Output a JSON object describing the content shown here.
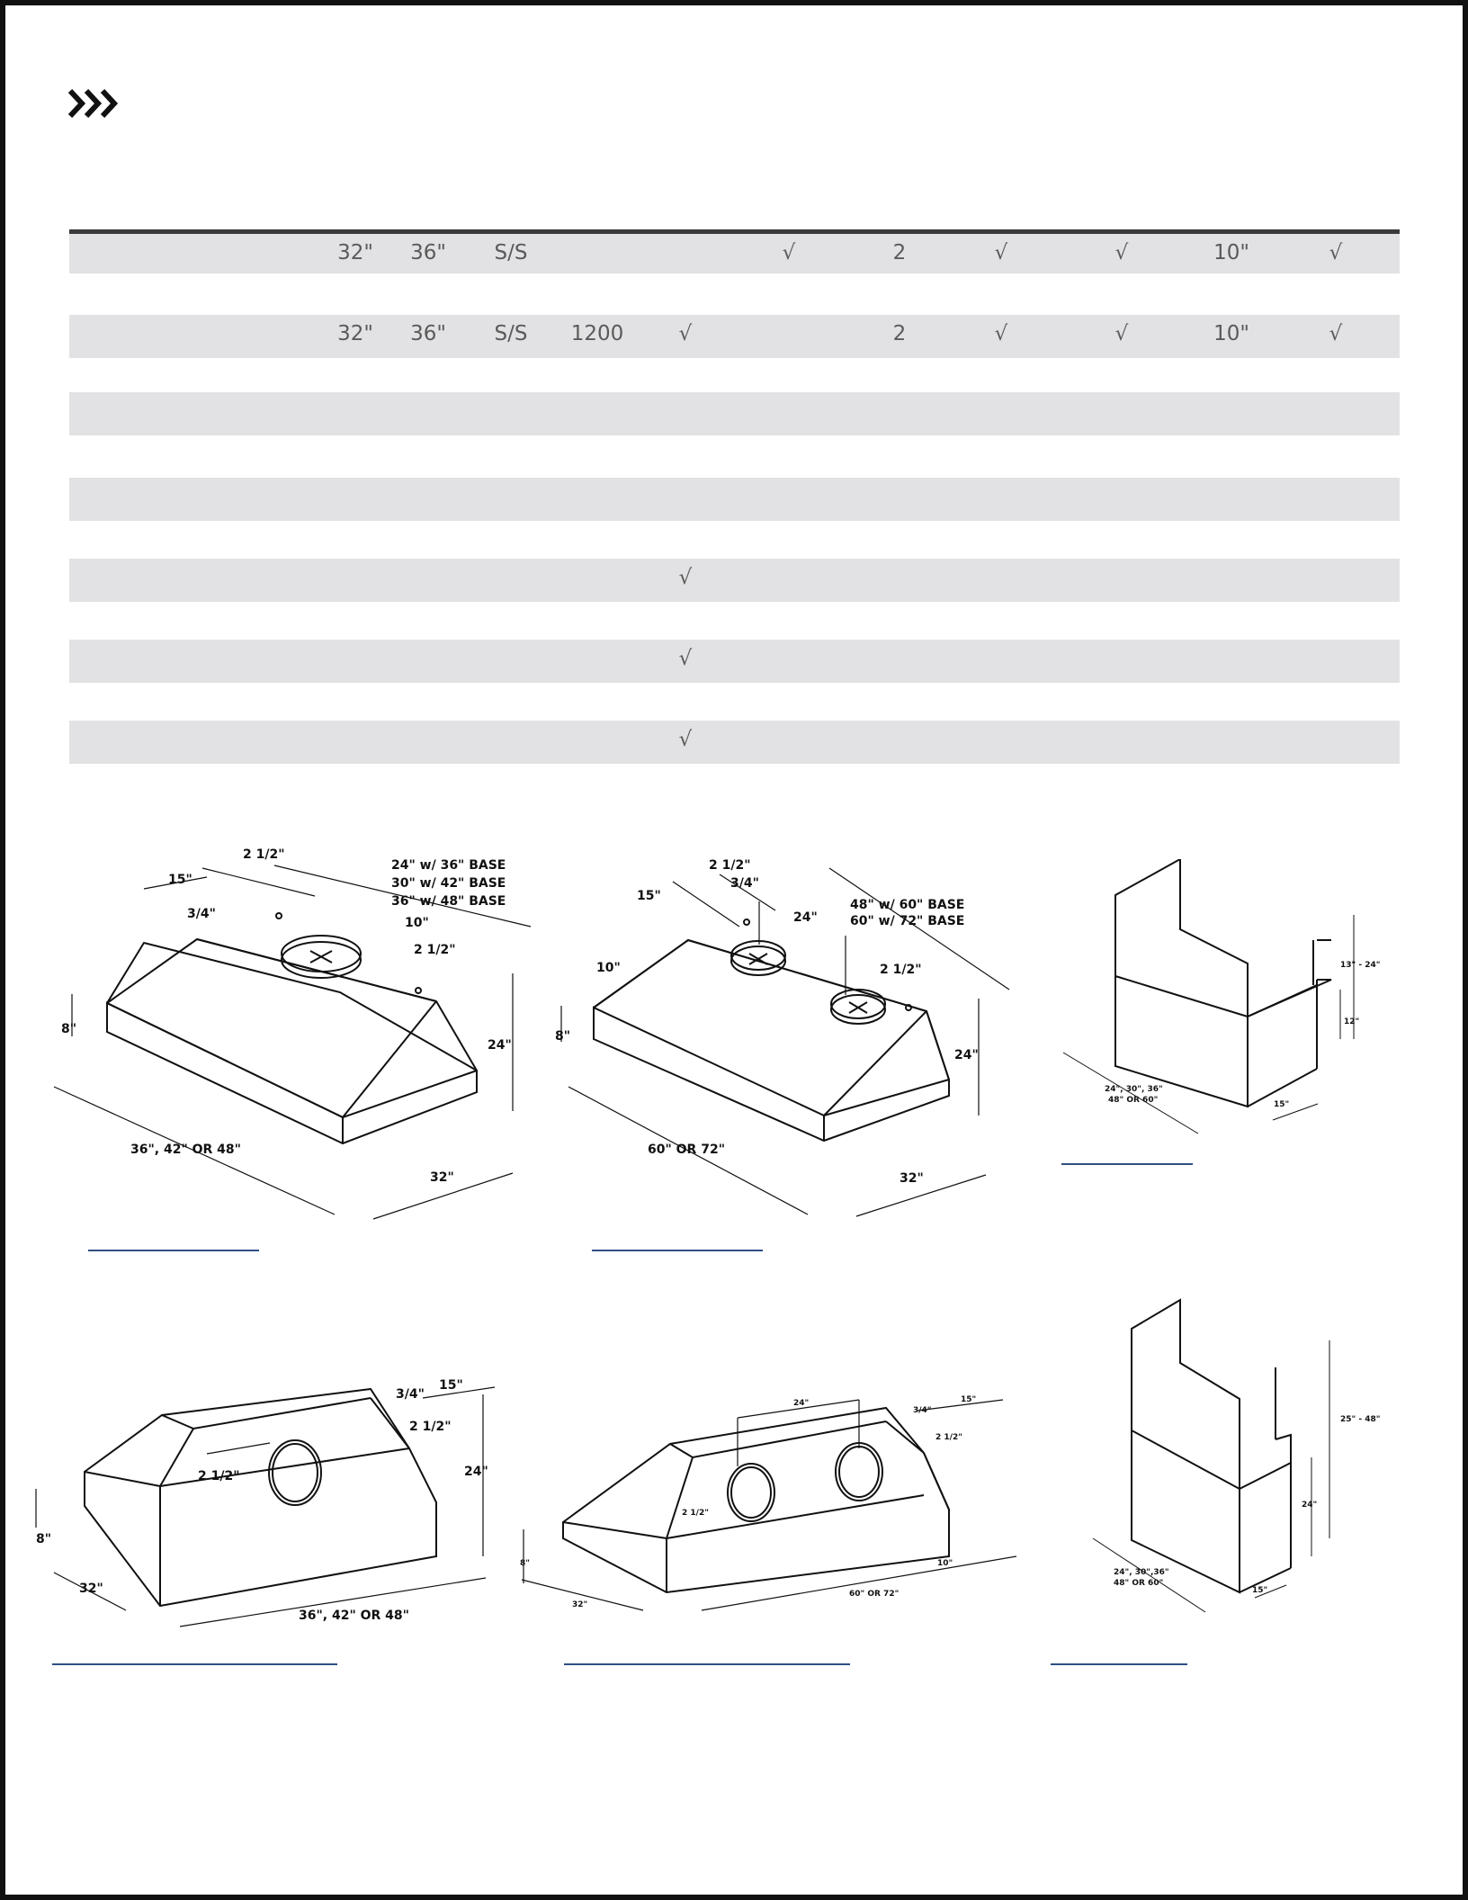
{
  "header": {
    "icon": "triple-chevron-icon"
  },
  "table": {
    "rows": [
      {
        "c1": "32\"",
        "c2": "36\"",
        "c3": "S/S",
        "c4": "",
        "c5": "",
        "c6": "√",
        "c7": "2",
        "c8": "√",
        "c9": "√",
        "c10": "10\"",
        "c11": "√"
      },
      {
        "c1": "",
        "c2": "",
        "c3": "",
        "c4": "",
        "c5": "",
        "c6": "",
        "c7": "",
        "c8": "",
        "c9": "",
        "c10": "",
        "c11": ""
      },
      {
        "c1": "32\"",
        "c2": "36\"",
        "c3": "S/S",
        "c4": "1200",
        "c5": "√",
        "c6": "",
        "c7": "2",
        "c8": "√",
        "c9": "√",
        "c10": "10\"",
        "c11": "√"
      },
      {
        "c1": "",
        "c2": "",
        "c3": "",
        "c4": "",
        "c5": "",
        "c6": "",
        "c7": "",
        "c8": "",
        "c9": "",
        "c10": "",
        "c11": ""
      },
      {
        "c1": "",
        "c2": "",
        "c3": "",
        "c4": "",
        "c5": "",
        "c6": "",
        "c7": "",
        "c8": "",
        "c9": "",
        "c10": "",
        "c11": ""
      },
      {
        "c1": "",
        "c2": "",
        "c3": "",
        "c4": "",
        "c5": "",
        "c6": "",
        "c7": "",
        "c8": "",
        "c9": "",
        "c10": "",
        "c11": ""
      },
      {
        "c1": "",
        "c2": "",
        "c3": "",
        "c4": "",
        "c5": "",
        "c6": "",
        "c7": "",
        "c8": "",
        "c9": "",
        "c10": "",
        "c11": ""
      },
      {
        "c1": "",
        "c2": "",
        "c3": "",
        "c4": "",
        "c5": "",
        "c6": "",
        "c7": "",
        "c8": "",
        "c9": "",
        "c10": "",
        "c11": ""
      },
      {
        "c1": "",
        "c2": "",
        "c3": "",
        "c4": "",
        "c5": "√",
        "c6": "",
        "c7": "",
        "c8": "",
        "c9": "",
        "c10": "",
        "c11": ""
      },
      {
        "c1": "",
        "c2": "",
        "c3": "",
        "c4": "",
        "c5": "",
        "c6": "",
        "c7": "",
        "c8": "",
        "c9": "",
        "c10": "",
        "c11": ""
      },
      {
        "c1": "",
        "c2": "",
        "c3": "",
        "c4": "",
        "c5": "√",
        "c6": "",
        "c7": "",
        "c8": "",
        "c9": "",
        "c10": "",
        "c11": ""
      },
      {
        "c1": "",
        "c2": "",
        "c3": "",
        "c4": "",
        "c5": "",
        "c6": "",
        "c7": "",
        "c8": "",
        "c9": "",
        "c10": "",
        "c11": ""
      },
      {
        "c1": "",
        "c2": "",
        "c3": "",
        "c4": "",
        "c5": "√",
        "c6": "",
        "c7": "",
        "c8": "",
        "c9": "",
        "c10": "",
        "c11": ""
      }
    ]
  },
  "drawings": {
    "hood1": {
      "top_offset": "2 1/2\"",
      "depth_top": "15\"",
      "edge": "3/4\"",
      "base_notes": [
        "24\" w/ 36\" BASE",
        "30\" w/ 42\" BASE",
        "36\" w/ 48\" BASE"
      ],
      "duct": "10\"",
      "right_offset": "2 1/2\"",
      "lip": "8\"",
      "height": "24\"",
      "width": "36\", 42\" OR 48\"",
      "depth": "32\""
    },
    "hood2": {
      "top_offset": "2 1/2\"",
      "edge": "3/4\"",
      "depth_top": "15\"",
      "spacing": "24\"",
      "base_notes": [
        "48\" w/ 60\" BASE",
        "60\" w/ 72\" BASE"
      ],
      "duct": "10\"",
      "right_offset": "2 1/2\"",
      "lip": "8\"",
      "height": "24\"",
      "width": "60\" OR 72\"",
      "depth": "32\""
    },
    "chimney1": {
      "height": "13\" - 24\"",
      "section": "12\"",
      "width": "24\", 30\", 36\"",
      "width2": "48\" OR 60\"",
      "depth": "15\""
    },
    "hood3": {
      "edge": "3/4\"",
      "depth_top": "15\"",
      "right_offset": "2 1/2\"",
      "left_offset": "2 1/2\"",
      "height": "24\"",
      "lip": "8\"",
      "depth": "32\"",
      "width": "36\", 42\" OR 48\""
    },
    "hood4": {
      "spacing": "24\"",
      "edge": "3/4\"",
      "depth_top": "15\"",
      "right_offset": "2 1/2\"",
      "left_offset": "2 1/2\"",
      "duct": "10\"",
      "lip": "8\"",
      "depth": "32\"",
      "width": "60\" OR 72\""
    },
    "chimney2": {
      "height": "25\" - 48\"",
      "section": "24\"",
      "width": "24\", 30\",36\"",
      "width2": "48\" OR 60\"",
      "depth": "15\""
    }
  }
}
